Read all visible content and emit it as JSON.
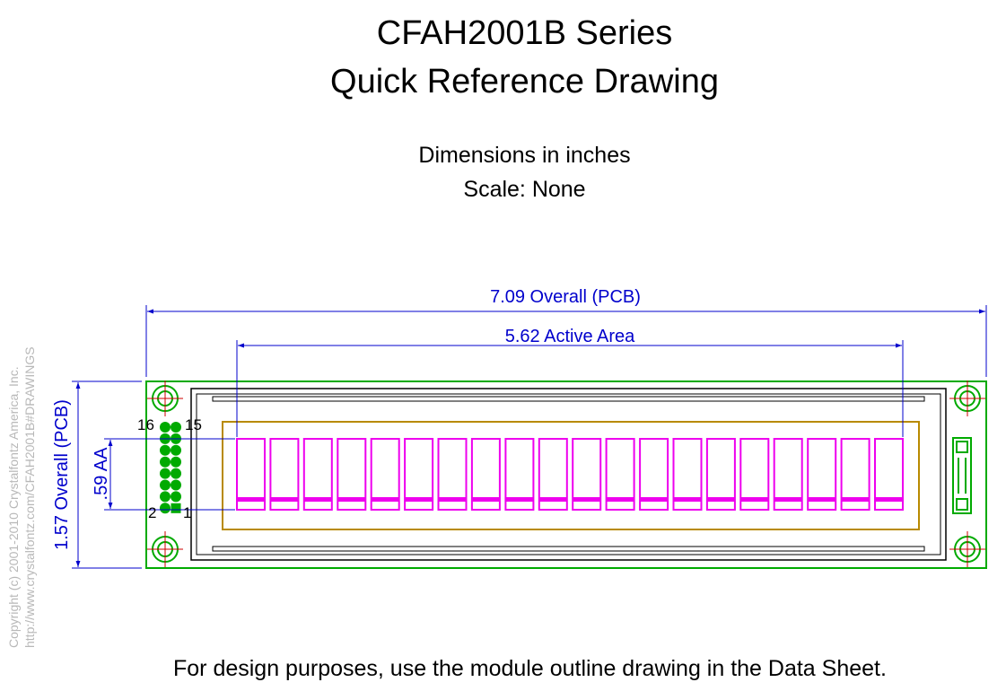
{
  "title": {
    "line1": "CFAH2001B Series",
    "line2": "Quick Reference Drawing"
  },
  "subtitle": {
    "dimensions": "Dimensions in inches",
    "scale": "Scale: None"
  },
  "dimensions": {
    "overall_width": "7.09 Overall (PCB)",
    "active_width": "5.62 Active Area",
    "overall_height": "1.57 Overall (PCB)",
    "active_height": ".59 AA"
  },
  "pins": {
    "top_left": "16",
    "top_right": "15",
    "bottom_left": "2",
    "bottom_right": "1"
  },
  "footer": "For design purposes, use the module outline drawing in the Data Sheet.",
  "copyright": {
    "line1": "Copyright (c) 2001-2010 Crystalfontz America, Inc.",
    "line2": "http://www.crystalfontz.com/CFAH2001B#DRAWINGS"
  },
  "colors": {
    "pcb": "#00aa00",
    "dimension": "#0000cc",
    "character": "#ee00ee",
    "viewing_area": "#b88a00",
    "outline": "#000000",
    "mounting_hole_cross": "#cc0000"
  },
  "character_count": 20
}
